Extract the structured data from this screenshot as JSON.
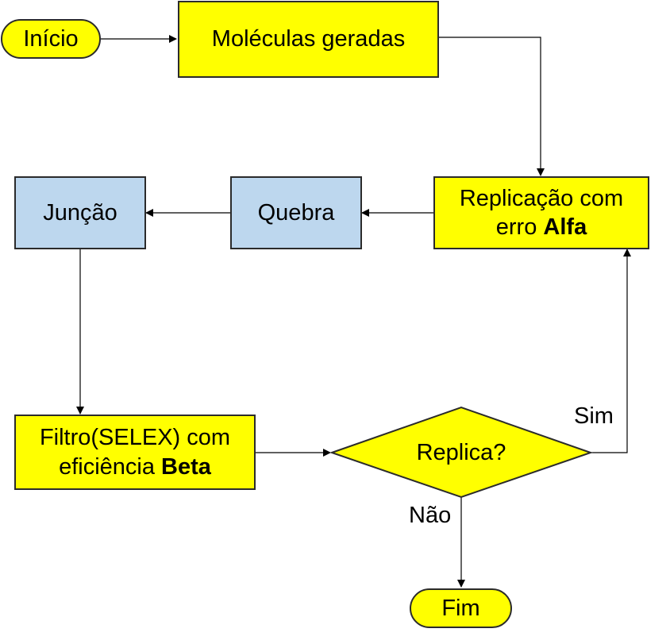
{
  "colors": {
    "process": "#ffff00",
    "subprocess": "#bdd7ee",
    "stroke": "#2b2b2b",
    "edge": "#000000"
  },
  "nodes": {
    "start": {
      "label": "Início"
    },
    "generated": {
      "label": "Moléculas geradas"
    },
    "replication": {
      "line1": "Replicação com",
      "line2_prefix": "erro ",
      "line2_bold": "Alfa"
    },
    "break": {
      "label": "Quebra"
    },
    "junction": {
      "label": "Junção"
    },
    "filter": {
      "line1": "Filtro(SELEX) com",
      "line2_prefix": "eficiência ",
      "line2_bold": "Beta"
    },
    "decision": {
      "label": "Replica?"
    },
    "end": {
      "label": "Fim"
    }
  },
  "edges": {
    "yes_label": "Sim",
    "no_label": "Não"
  }
}
